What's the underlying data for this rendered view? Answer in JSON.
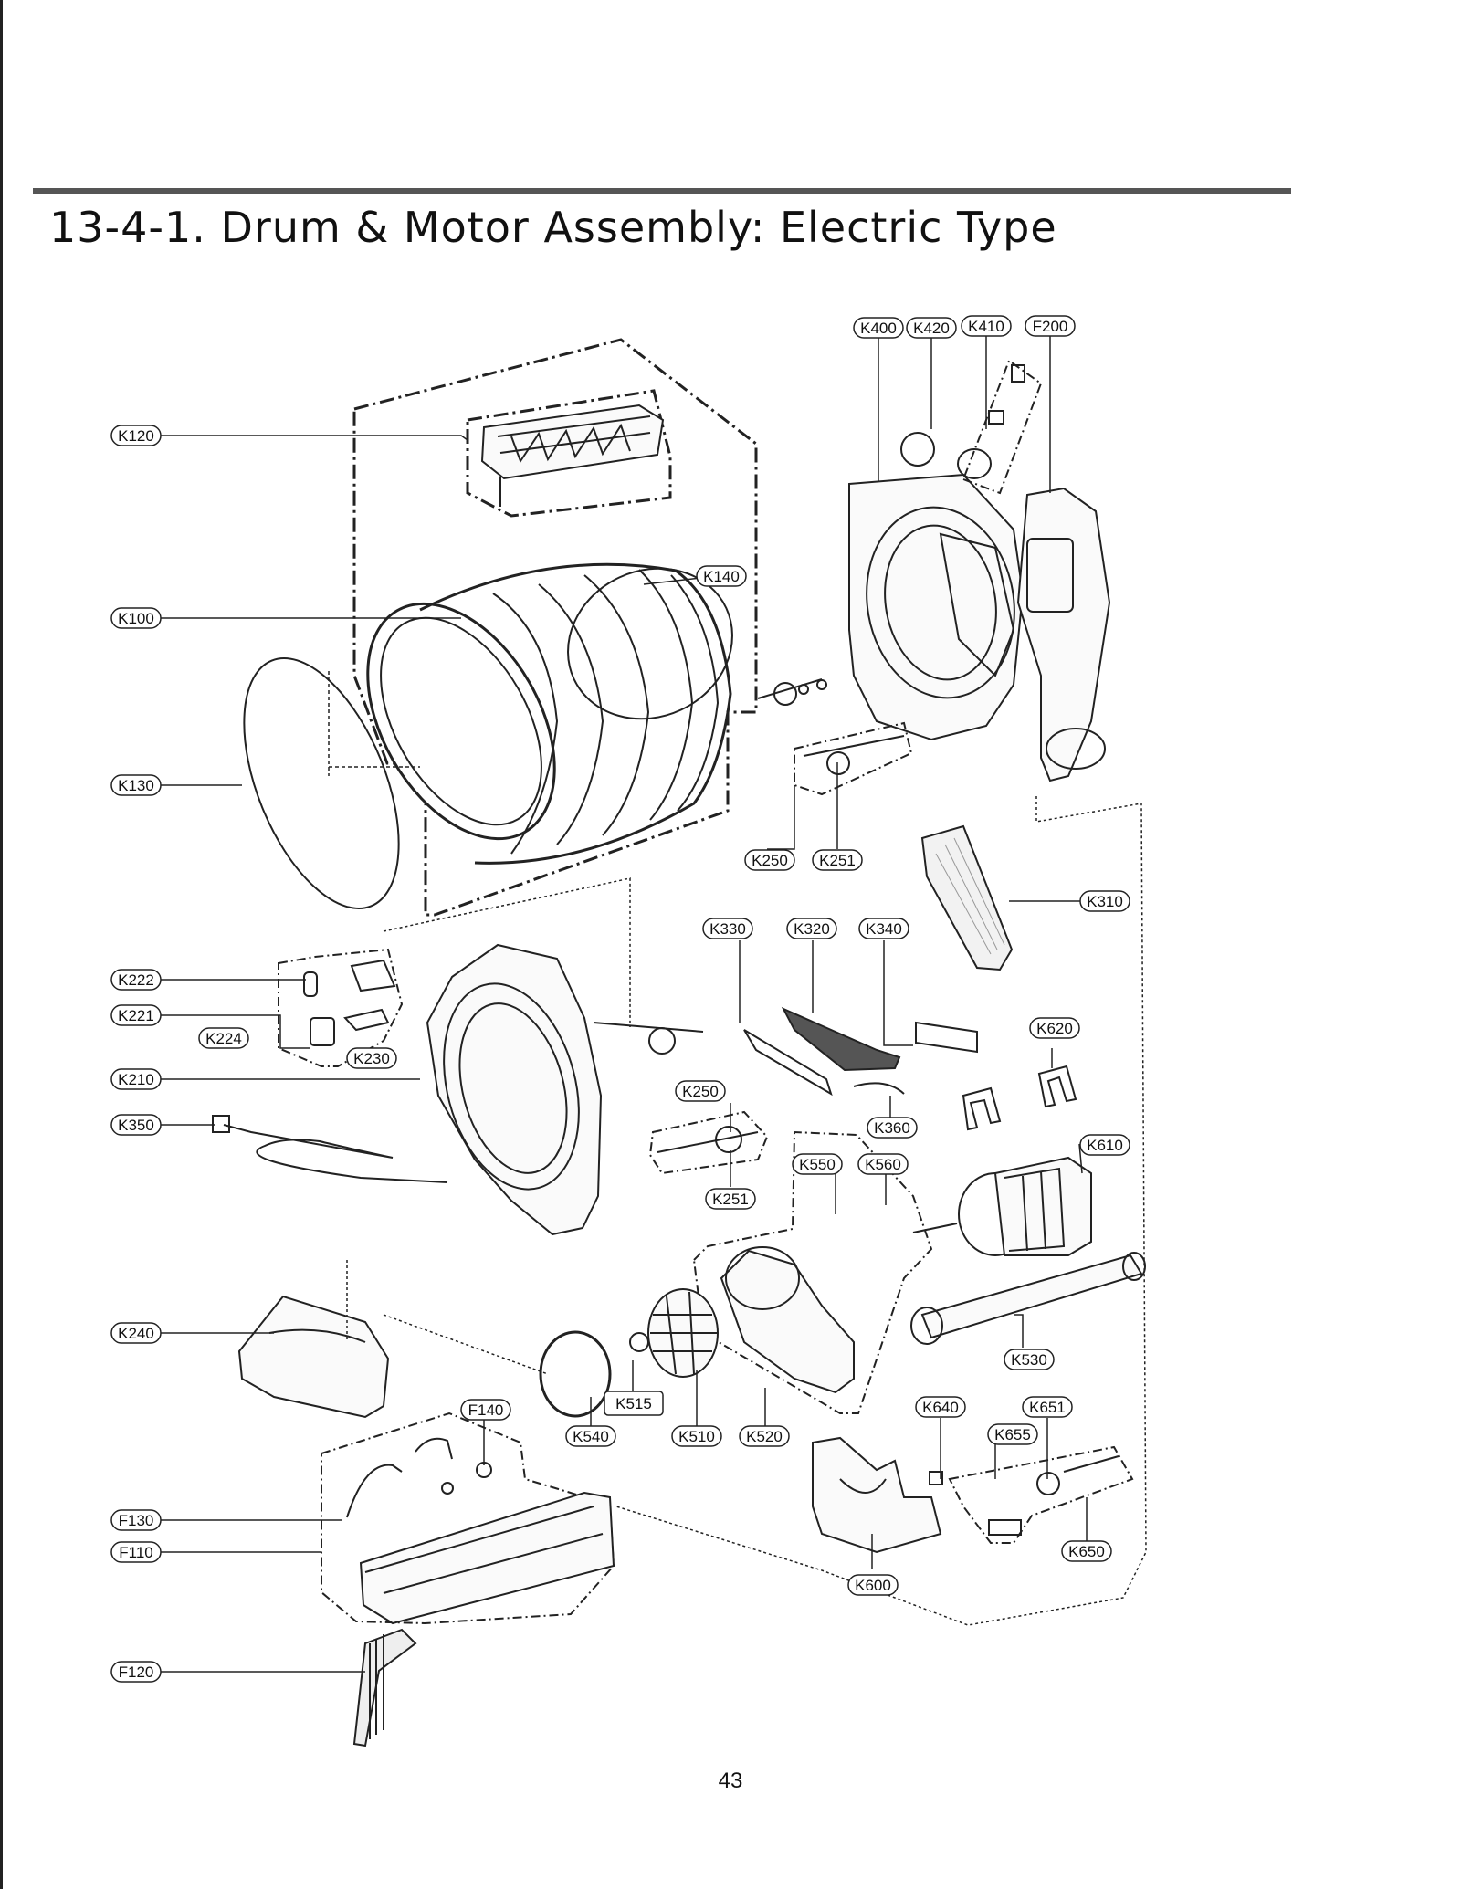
{
  "title": "13-4-1. Drum & Motor Assembly: Electric Type",
  "page_number": "43",
  "callouts": {
    "K400": "K400",
    "K420": "K420",
    "K410": "K410",
    "F200": "F200",
    "K120": "K120",
    "K140": "K140",
    "K100": "K100",
    "K130": "K130",
    "K250a": "K250",
    "K251a": "K251",
    "K310": "K310",
    "K330": "K330",
    "K320": "K320",
    "K340": "K340",
    "K222": "K222",
    "K221": "K221",
    "K224": "K224",
    "K230": "K230",
    "K620": "K620",
    "K210": "K210",
    "K250b": "K250",
    "K360": "K360",
    "K350": "K350",
    "K610": "K610",
    "K550": "K550",
    "K560": "K560",
    "K251b": "K251",
    "K240": "K240",
    "K530": "K530",
    "K515": "K515",
    "K540": "K540",
    "K510": "K510",
    "K520": "K520",
    "K640": "K640",
    "K651": "K651",
    "K655": "K655",
    "F140": "F140",
    "F130": "F130",
    "F110": "F110",
    "K650": "K650",
    "K600": "K600",
    "F120": "F120"
  }
}
